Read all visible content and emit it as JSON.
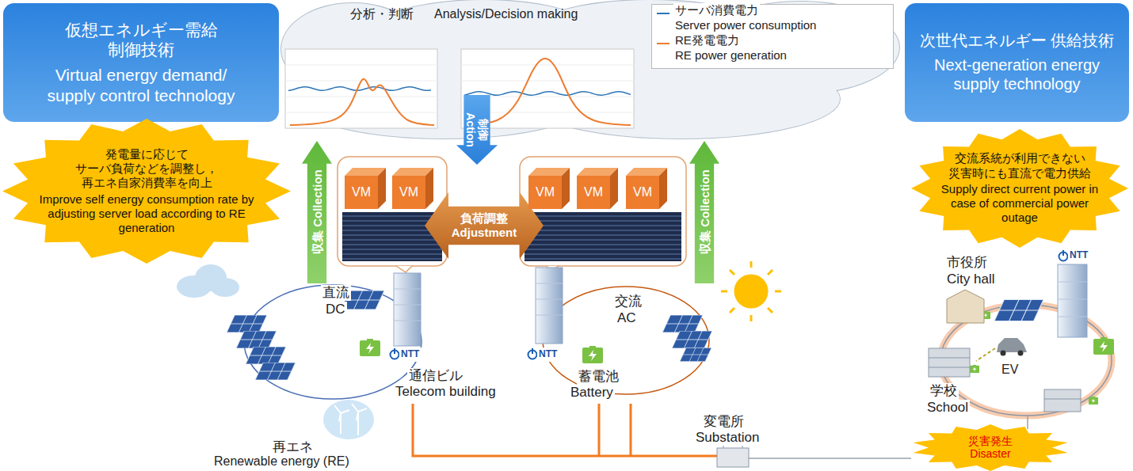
{
  "diagram": {
    "nodes": [
      {
        "text": [
          "仮想エネルギー需給 制御技術",
          "Virtual energy demand/ supply control technology"
        ]
      },
      {
        "text": [
          "分析・判断",
          "Analysis/Decision making"
        ]
      },
      {
        "text": [
          "次世代エネルギー 供給技術",
          "Next-generation energy supply technology"
        ]
      },
      {
        "text": [
          "制御 Action"
        ]
      },
      {
        "text": [
          "発電量に応じて サーバ負荷などを調整し， 再エネ自家消費率を向上",
          "Improve self energy consumption rate by adjusting server load according to RE generation"
        ]
      },
      {
        "text": [
          "収集 Collection"
        ]
      },
      {
        "text": [
          "収集 Collection"
        ]
      },
      {
        "text": [
          "交流系統が利用できない 災害時にも直流で電力供給",
          "Supply direct current power in case of commercial power outage"
        ]
      },
      {
        "text": [
          "VM"
        ]
      },
      {
        "text": [
          "VM"
        ]
      },
      {
        "text": [
          "負荷調整 Adjustment"
        ]
      },
      {
        "text": [
          "VM"
        ]
      },
      {
        "text": [
          "VM"
        ]
      },
      {
        "text": [
          "VM"
        ]
      },
      {
        "text": [
          "災害発生",
          "Disaster"
        ]
      }
    ],
    "labels": [
      "Server power consumption",
      "RE power generation",
      "NTT",
      "直流",
      "DC",
      "通信ビル",
      "Telecom building",
      "NTT",
      "蓄電池",
      "Battery",
      "交流",
      "AC",
      "再エネ",
      "Renewable energy (RE)",
      "変電所",
      "Substation",
      "市役所",
      "City hall",
      "NTT",
      "EV",
      "学校",
      "School"
    ],
    "legend": [
      {
        "text": "サーバ消費電力"
      },
      {
        "text": "RE発電電力"
      }
    ]
  }
}
